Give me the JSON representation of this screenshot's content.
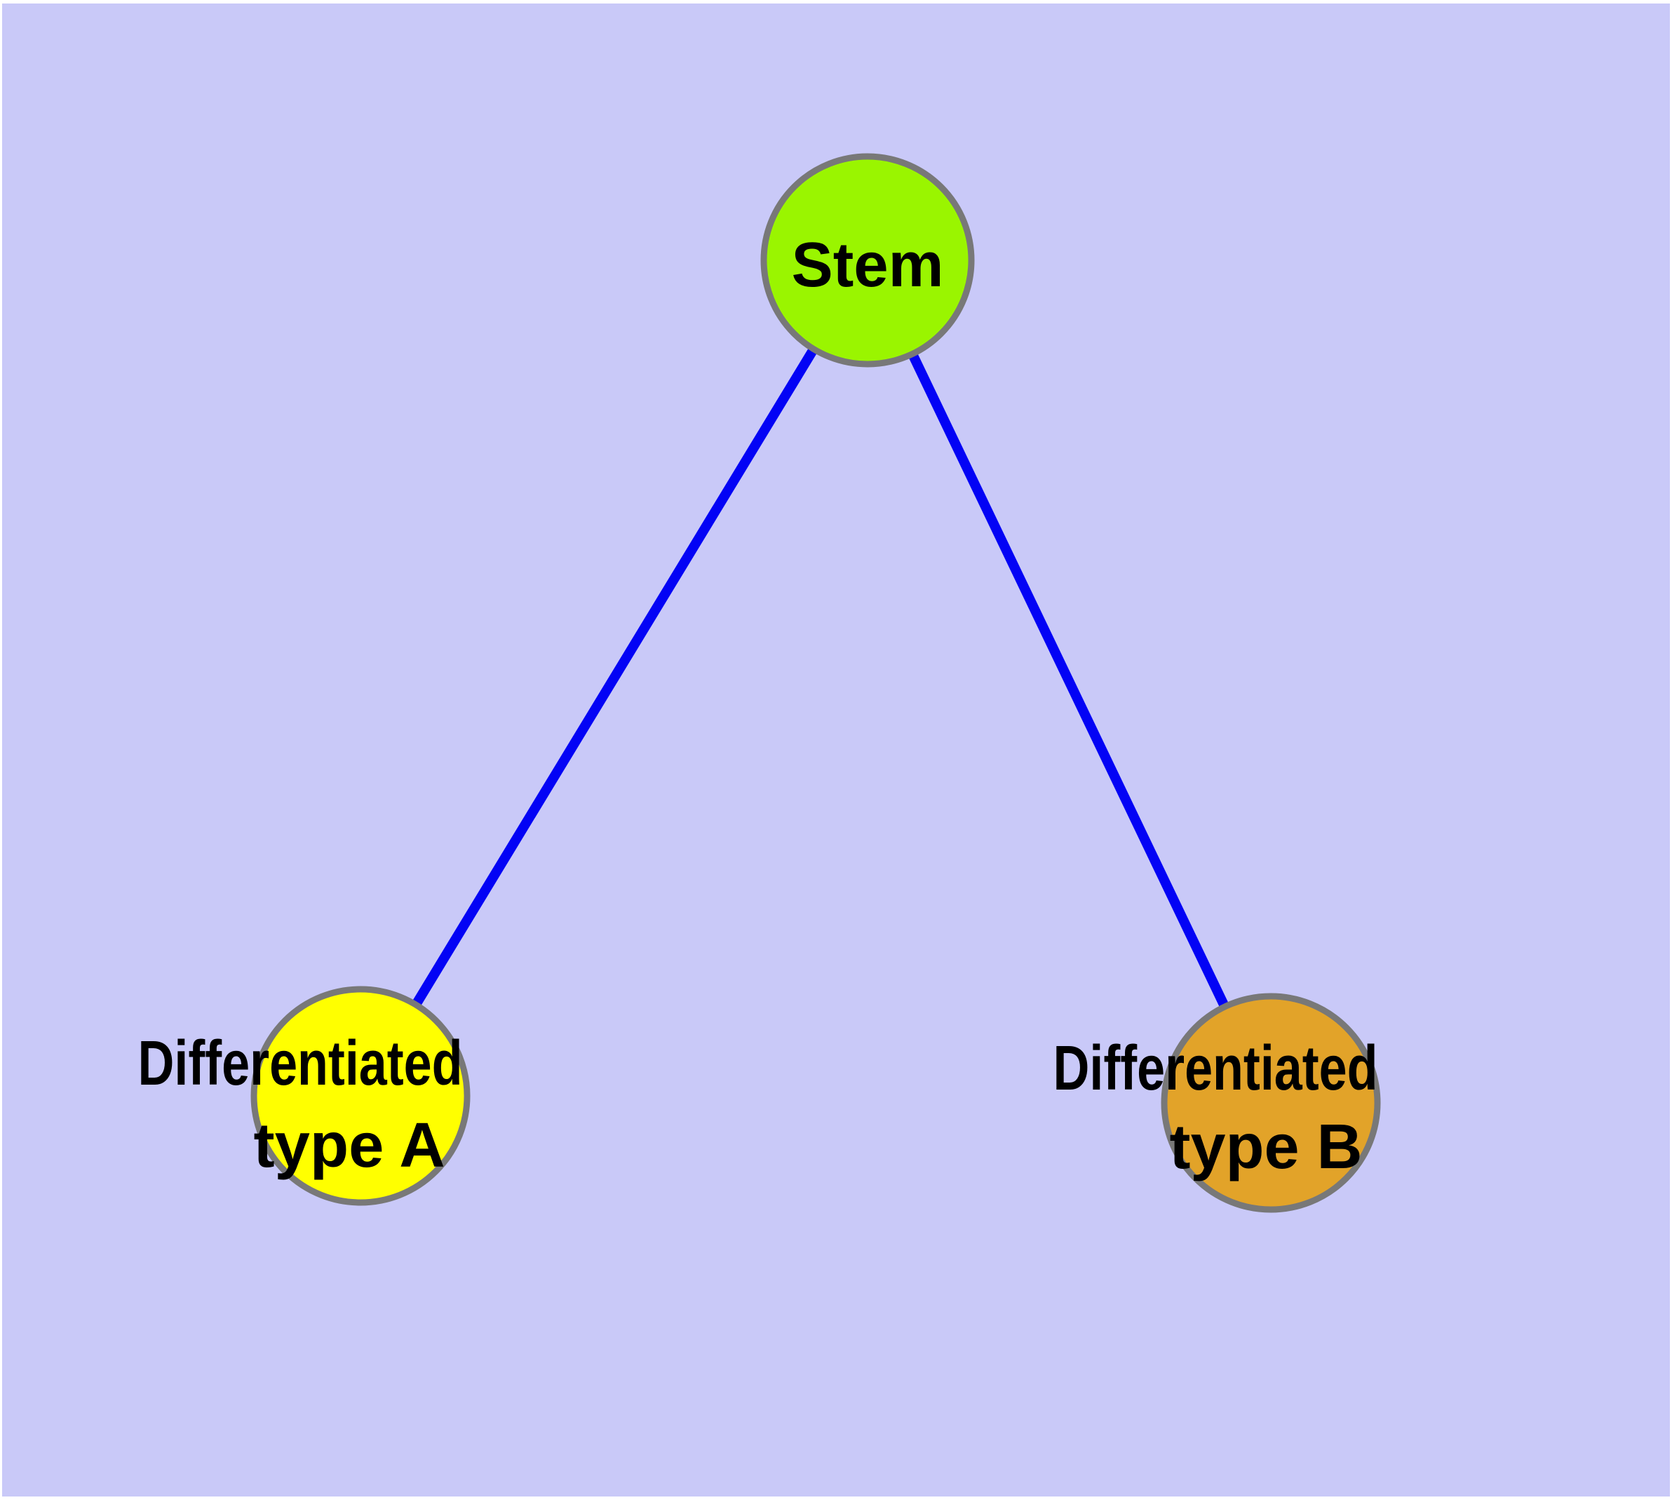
{
  "diagram": {
    "type": "node-link-tree",
    "background_color": "#c9c9f8",
    "page_border_color": "#ffffff",
    "edge_color": "#0303f5",
    "node_border_color": "#787878",
    "nodes": [
      {
        "id": "stem",
        "label": "Stem",
        "label_line1": "Stem",
        "label_line2": "",
        "color": "#9af500"
      },
      {
        "id": "type_a",
        "label": "Differentiated type A",
        "label_line1": "Differentiated",
        "label_line2": "type A",
        "color": "#ffff00"
      },
      {
        "id": "type_b",
        "label": "Differentiated type B",
        "label_line1": "Differentiated",
        "label_line2": "type B",
        "color": "#e2a329"
      }
    ],
    "edges": [
      {
        "from": "stem",
        "to": "type_a"
      },
      {
        "from": "stem",
        "to": "type_b"
      }
    ]
  }
}
